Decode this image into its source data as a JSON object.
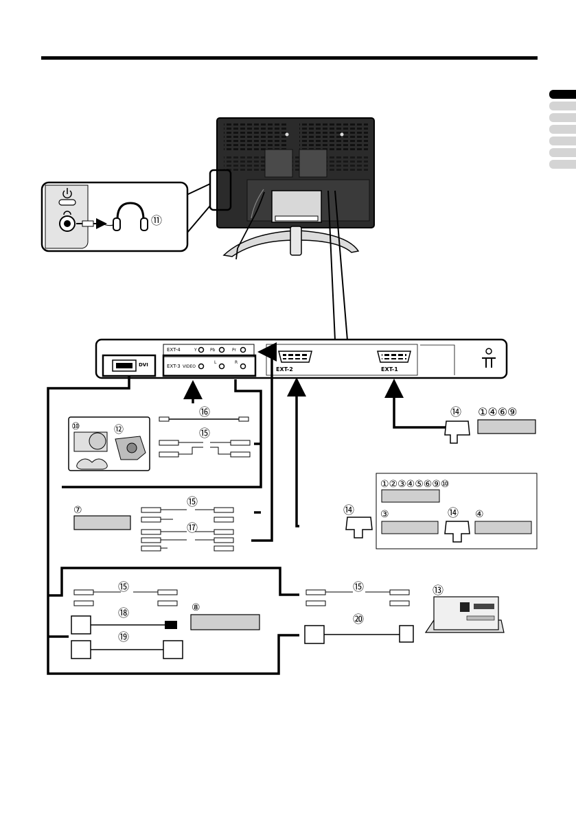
{
  "side_tabs": [
    "active",
    "",
    "",
    "",
    "",
    "",
    ""
  ],
  "labels": {
    "ext4": "EXT-4",
    "y": "Y",
    "pb": "Pb",
    "pr": "Pr",
    "ext3": "EXT-3",
    "video": "VIDEO",
    "l": "L",
    "r": "R",
    "dvi": "DVI",
    "ext2": "EXT-2",
    "ext1": "EXT-1"
  },
  "numbers": {
    "n11": "⑪",
    "n16": "⑯",
    "n15": "⑮",
    "n10": "⑩",
    "n12": "⑫",
    "n14": "⑭",
    "n1469": "①④⑥⑨",
    "n1234569_10": "①②③④⑤⑥⑨⑩",
    "n3": "③",
    "n4": "④",
    "n7": "⑦",
    "n17": "⑰",
    "n8": "⑧",
    "n18": "⑱",
    "n19": "⑲",
    "n13": "⑬",
    "n20": "⑳"
  }
}
